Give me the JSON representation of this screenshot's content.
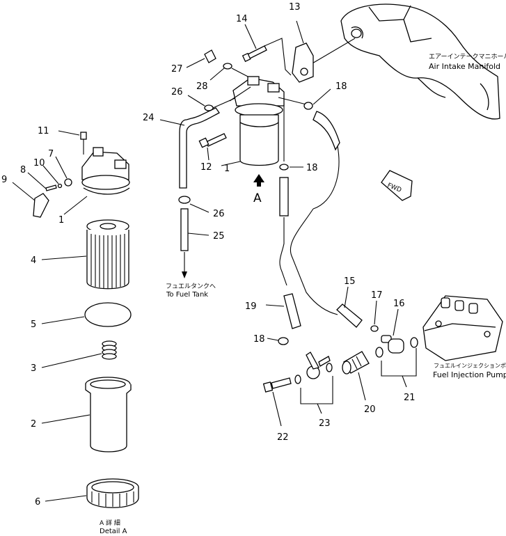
{
  "labels": {
    "p1a": "1",
    "p1b": "1",
    "p2": "2",
    "p3": "3",
    "p4": "4",
    "p5": "5",
    "p6": "6",
    "p7": "7",
    "p8": "8",
    "p9": "9",
    "p10": "10",
    "p11": "11",
    "p12": "12",
    "p13": "13",
    "p14": "14",
    "p15": "15",
    "p16": "16",
    "p17": "17",
    "p18a": "18",
    "p18b": "18",
    "p18c": "18",
    "p19": "19",
    "p20": "20",
    "p21": "21",
    "p22": "22",
    "p23": "23",
    "p24": "24",
    "p25": "25",
    "p26a": "26",
    "p26b": "26",
    "p27": "27",
    "p28": "28"
  },
  "view_marker": "A",
  "fwd": "FWD",
  "captions": {
    "air_intake_jp": "エアーインテークマニホールド",
    "air_intake_en": "Air Intake Manifold",
    "fuel_tank_jp": "フュエルタンクへ",
    "fuel_tank_en": "To Fuel Tank",
    "pump_jp": "フュエルインジェクションポンプ",
    "pump_en": "Fuel Injection Pump",
    "detail_jp": "A 詳 細",
    "detail_en": "Detail A"
  }
}
